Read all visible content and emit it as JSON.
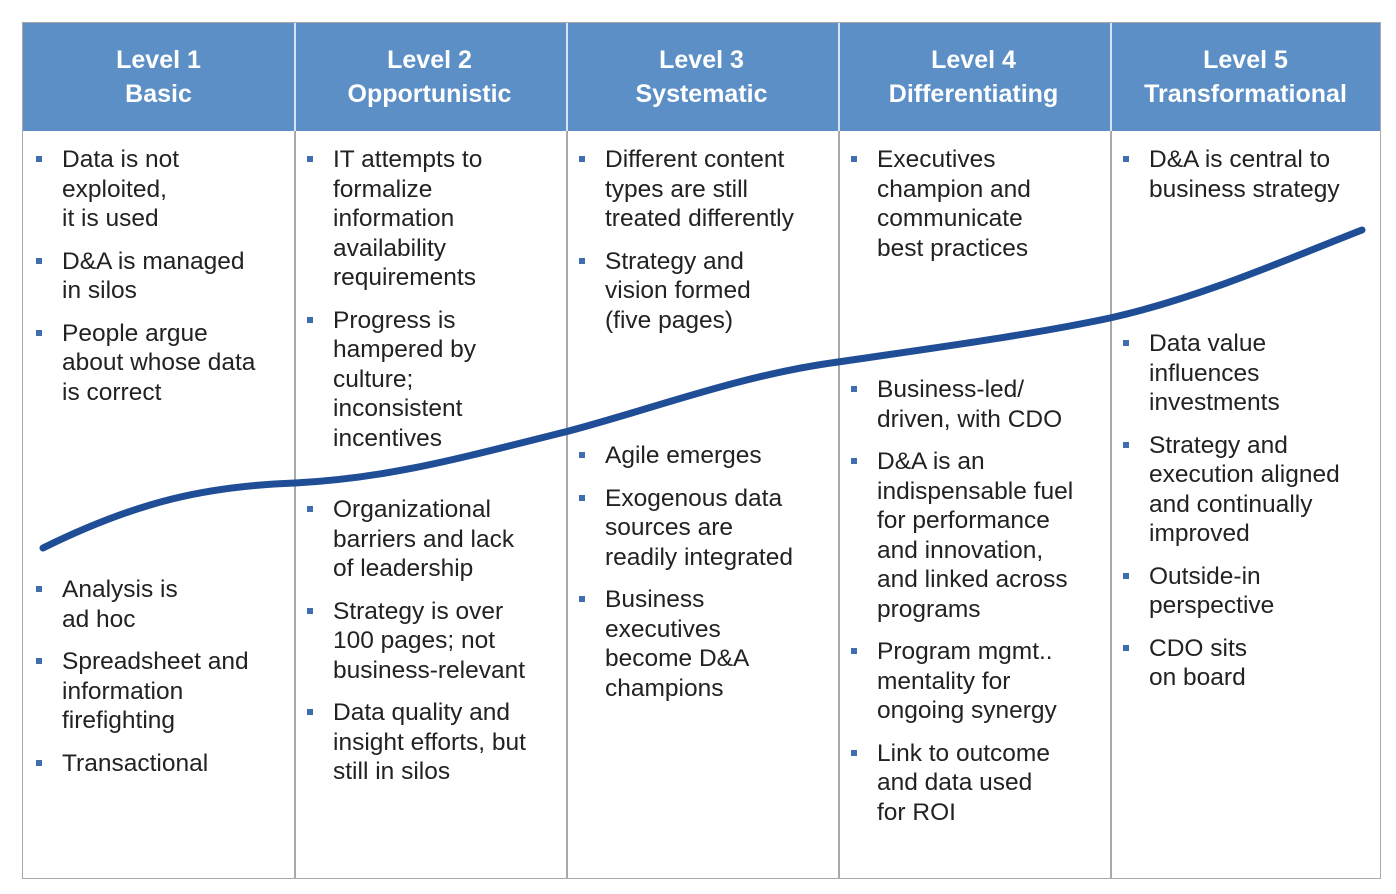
{
  "levels": [
    {
      "level": "Level 1",
      "name": "Basic",
      "upper": [
        "Data is not\nexploited,\nit is used",
        "D&A is managed\nin silos",
        "People argue\nabout whose data\nis correct"
      ],
      "lower": [
        "Analysis is\nad hoc",
        "Spreadsheet and\ninformation\nfirefighting",
        "Transactional"
      ]
    },
    {
      "level": "Level 2",
      "name": "Opportunistic",
      "upper": [
        "IT attempts to\nformalize\ninformation\navailability\nrequirements",
        "Progress is\nhampered by\nculture;\ninconsistent\nincentives"
      ],
      "lower": [
        "Organizational\nbarriers and lack\nof leadership",
        "Strategy is over\n100 pages; not\nbusiness-relevant",
        "Data quality and\ninsight efforts, but\nstill in silos"
      ]
    },
    {
      "level": "Level 3",
      "name": "Systematic",
      "upper": [
        "Different content\ntypes are still\ntreated differently",
        "Strategy and\nvision formed\n(five pages)"
      ],
      "lower": [
        "Agile emerges",
        "Exogenous data\nsources are\nreadily integrated",
        "Business\nexecutives\nbecome D&A\nchampions"
      ]
    },
    {
      "level": "Level 4",
      "name": "Differentiating",
      "upper": [
        "Executives\nchampion and\ncommunicate\nbest practices"
      ],
      "lower": [
        "Business-led/\ndriven, with CDO",
        "D&A is an\nindispensable fuel\nfor performance\nand innovation,\nand linked across\nprograms",
        "Program mgmt..\nmentality for\nongoing synergy",
        "Link to outcome\nand data used\nfor ROI"
      ]
    },
    {
      "level": "Level 5",
      "name": "Transformational",
      "upper": [
        "D&A is central to\nbusiness strategy"
      ],
      "lower": [
        "Data value\ninfluences\ninvestments",
        "Strategy and\nexecution aligned\nand continually\nimproved",
        "Outside-in\nperspective",
        "CDO sits\non board"
      ]
    }
  ],
  "colors": {
    "header_fill": "#5b8fc6",
    "header_text": "#ffffff",
    "curve": "#1f4e96",
    "bullet": "#3d6fae",
    "grid": "#a9a9a9"
  }
}
